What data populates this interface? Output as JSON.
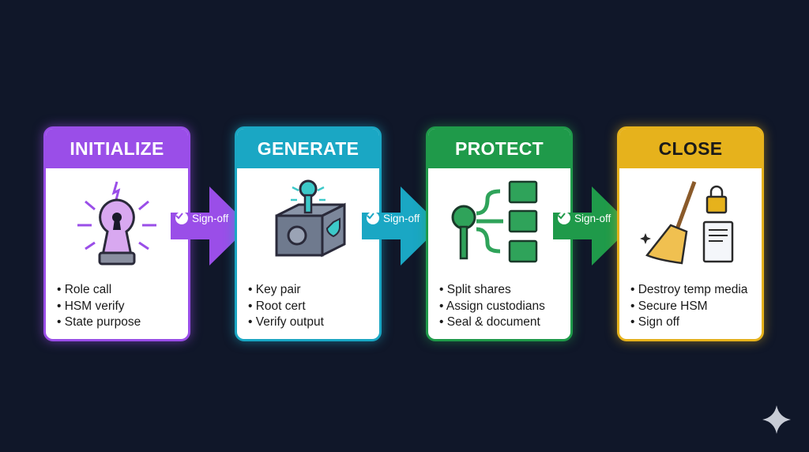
{
  "stages": [
    {
      "title": "INITIALIZE",
      "icon": "keyhole-icon",
      "color": "#9a4ee8",
      "items": [
        "Role call",
        "HSM verify",
        "State purpose"
      ]
    },
    {
      "title": "GENERATE",
      "icon": "safe-key-icon",
      "color": "#1aa7c4",
      "items": [
        "Key pair",
        "Root cert",
        "Verify output"
      ]
    },
    {
      "title": "PROTECT",
      "icon": "key-split-icon",
      "color": "#1f9a4a",
      "items": [
        "Split shares",
        "Assign custodians",
        "Seal & document"
      ]
    },
    {
      "title": "CLOSE",
      "icon": "broom-document-icon",
      "color": "#e6b21c",
      "items": [
        "Destroy temp media",
        "Secure HSM",
        "Sign off"
      ]
    }
  ],
  "transitions": [
    {
      "label": "Sign-off",
      "color": "#9a4ee8"
    },
    {
      "label": "Sign-off",
      "color": "#1aa7c4"
    },
    {
      "label": "Sign-off",
      "color": "#1f9a4a"
    }
  ]
}
